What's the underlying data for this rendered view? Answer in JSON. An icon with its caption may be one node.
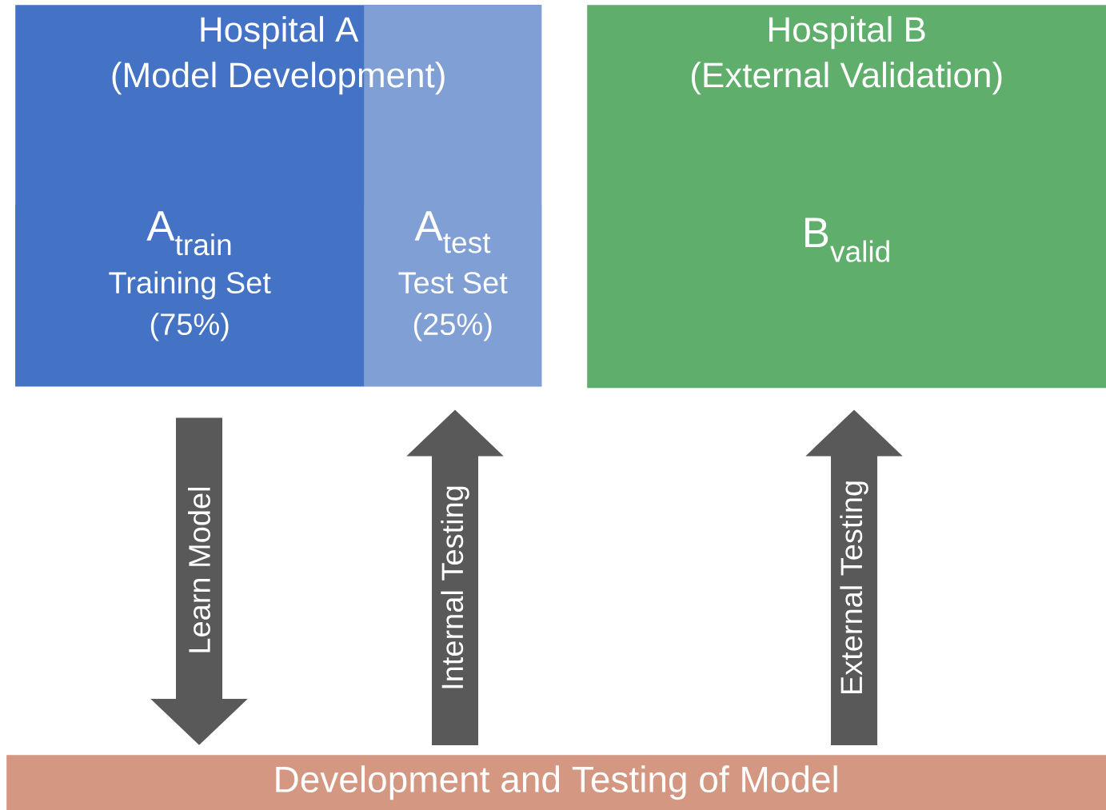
{
  "diagram": {
    "nodes": [
      {
        "text": [
          "Hospital A",
          "(Model Development)"
        ]
      },
      {
        "text": [
          "A$_{train}$",
          "Training Set (75%)"
        ],
        "in": 0
      },
      {
        "text": [
          "A$_{test}$",
          "Test Set (25%)"
        ],
        "in": 0
      },
      {
        "text": [
          "Hospital B",
          "(External Validation)",
          "B$_{valid}$"
        ]
      },
      {
        "text": [
          "Development and Testing of Model"
        ]
      }
    ],
    "edges": [
      {
        "from": 1,
        "to": 4,
        "arrow": "to",
        "label": "Learn Model"
      },
      {
        "from": 4,
        "to": 2,
        "arrow": "to",
        "label": "Internal Testing"
      },
      {
        "from": 4,
        "to": 3,
        "arrow": "to",
        "label": "External Testing"
      }
    ]
  }
}
